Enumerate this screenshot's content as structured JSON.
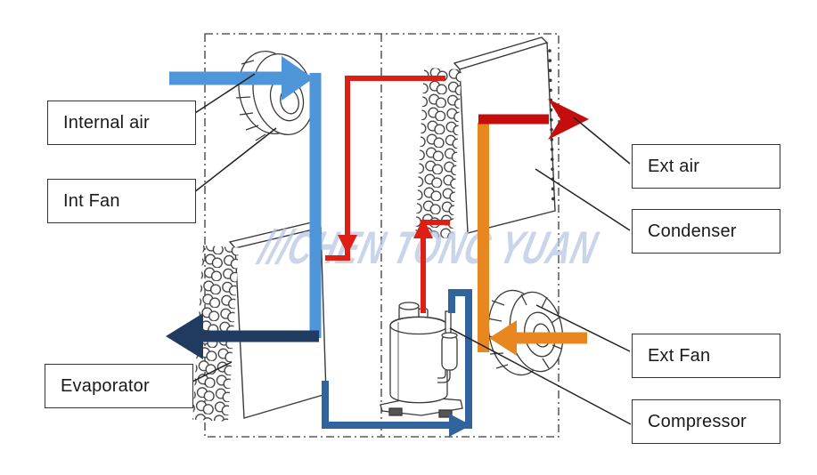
{
  "labels": {
    "internal_air": "Internal air",
    "int_fan": "Int Fan",
    "evaporator": "Evaporator",
    "ext_air": "Ext air",
    "condenser": "Condenser",
    "ext_fan": "Ext Fan",
    "compressor": "Compressor"
  },
  "watermark": {
    "slashes": "///",
    "text": "CHEN TONG YUAN"
  },
  "colors": {
    "internal_air_blue": "#4E95D9",
    "cold_air_navy": "#203A60",
    "suction_pipe_blue": "#31639C",
    "refrigerant_red": "#DD1F16",
    "ext_air_red": "#C40E0E",
    "ext_airflow_orange": "#E8871F",
    "watermark_blue": "#B6C6E4",
    "line_art": "#3A3A3A",
    "box_border": "#333333"
  }
}
